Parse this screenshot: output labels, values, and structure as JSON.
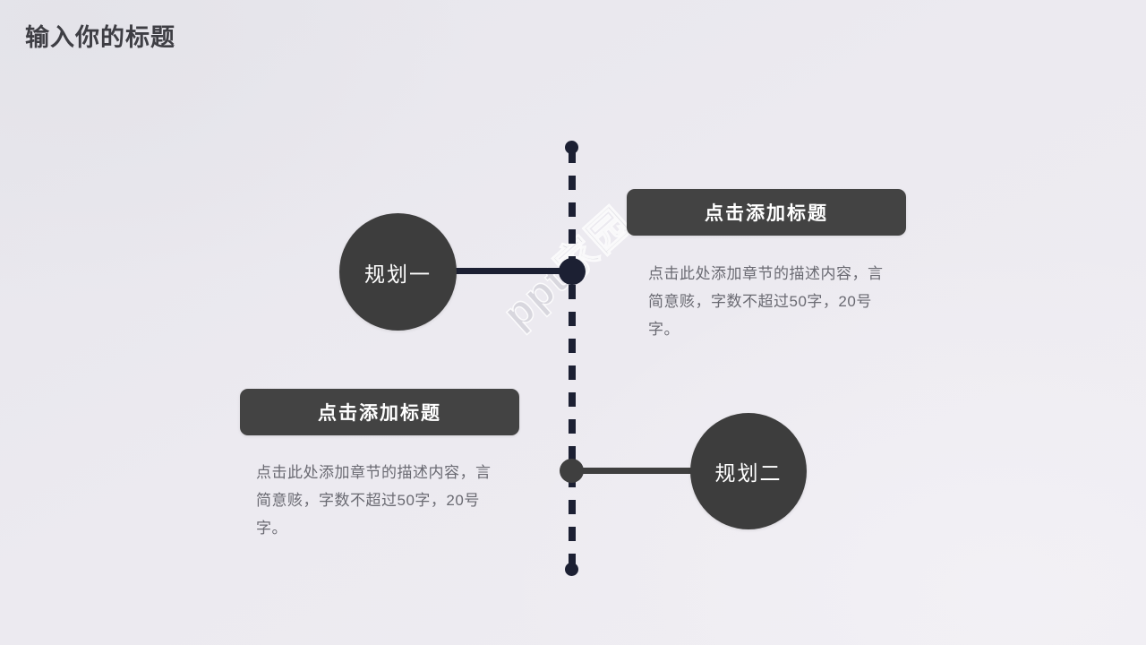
{
  "slide": {
    "title": "输入你的标题",
    "watermark": "ppt家园",
    "background_color": "#ebe9ef",
    "accent_dark_navy": "#1c2033",
    "accent_gray": "#3d3d3d",
    "chip_color": "#434343",
    "body_text_color": "#6a6a72",
    "title_color": "#3e3e44"
  },
  "timeline": {
    "orientation": "vertical",
    "nodes": [
      {
        "id": "node-upper",
        "color": "#1c2033",
        "side": "left",
        "circle_label": "规划一",
        "chip_label": "点击添加标题",
        "body": "点击此处添加章节的描述内容，言简意赅，字数不超过50字，20号字。"
      },
      {
        "id": "node-lower",
        "color": "#3d3d3d",
        "side": "right",
        "circle_label": "规划二",
        "chip_label": "点击添加标题",
        "body": "点击此处添加章节的描述内容，言简意赅，字数不超过50字，20号字。"
      }
    ]
  }
}
